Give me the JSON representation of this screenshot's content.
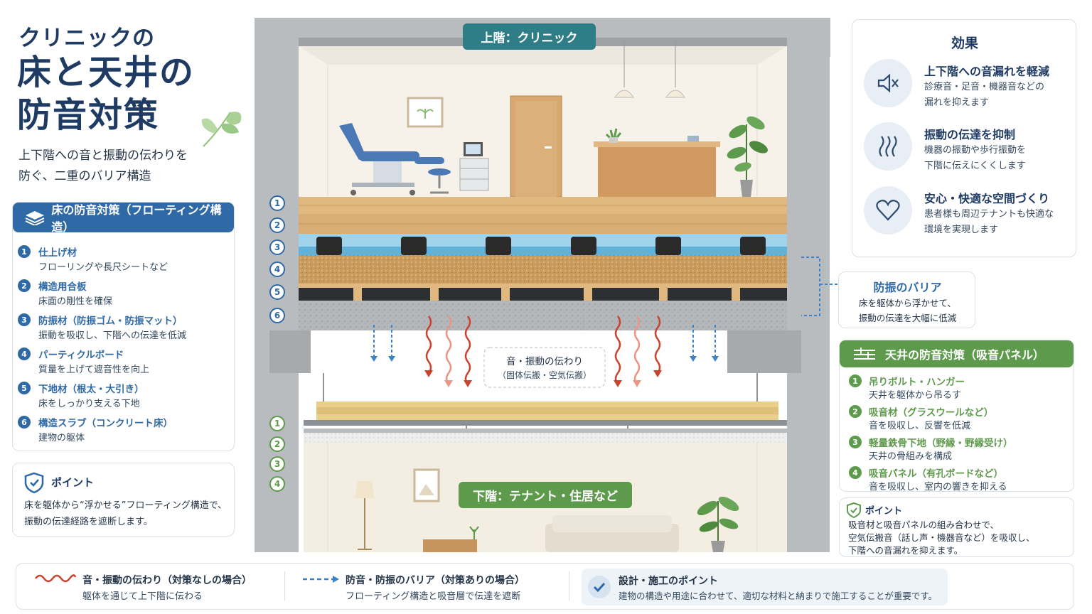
{
  "title": {
    "line1": "クリニックの",
    "line2": "床と天井の",
    "line3": "防音対策"
  },
  "subtitle": {
    "line1": "上下階への音と振動の伝わりを",
    "line2": "防ぐ、二重のバリア構造"
  },
  "floor_section": {
    "header": "床の防音対策（フローティング構造）",
    "items": [
      {
        "num": "1",
        "title": "仕上げ材",
        "desc": "フローリングや長尺シートなど"
      },
      {
        "num": "2",
        "title": "構造用合板",
        "desc": "床面の剛性を確保"
      },
      {
        "num": "3",
        "title": "防振材（防振ゴム・防振マット）",
        "desc": "振動を吸収し、下階への伝達を低減"
      },
      {
        "num": "4",
        "title": "パーティクルボード",
        "desc": "質量を上げて遮音性を向上"
      },
      {
        "num": "5",
        "title": "下地材（根太・大引き）",
        "desc": "床をしっかり支える下地"
      },
      {
        "num": "6",
        "title": "構造スラブ（コンクリート床）",
        "desc": "建物の躯体"
      }
    ]
  },
  "floor_point": {
    "label": "ポイント",
    "line1": "床を躯体から“浮かせる”フローティング構造で、",
    "line2": "振動の伝達経路を遮断します。"
  },
  "diagram": {
    "upper_label": "上階：クリニック",
    "lower_label": "下階：テナント・住居など",
    "transmission_label": "音・振動の伝わり",
    "transmission_sub": "（固体伝搬・空気伝搬）",
    "floor_numbers": [
      "1",
      "2",
      "3",
      "4",
      "5",
      "6"
    ],
    "ceiling_numbers": [
      "1",
      "2",
      "3",
      "4"
    ]
  },
  "effects": {
    "title": "効果",
    "items": [
      {
        "icon": "speaker-muted-icon",
        "title": "上下階への音漏れを軽減",
        "desc1": "診療音・足音・機器音などの",
        "desc2": "漏れを抑えます"
      },
      {
        "icon": "vibration-icon",
        "title": "振動の伝達を抑制",
        "desc1": "機器の振動や歩行振動を",
        "desc2": "下階に伝えにくくします"
      },
      {
        "icon": "heart-icon",
        "title": "安心・快適な空間づくり",
        "desc1": "患者様も周辺テナントも快適な",
        "desc2": "環境を実現します"
      }
    ]
  },
  "barrier": {
    "title": "防振のバリア",
    "line1": "床を躯体から浮かせて、",
    "line2": "振動の伝達を大幅に低減"
  },
  "ceiling_section": {
    "header": "天井の防音対策（吸音パネル）",
    "items": [
      {
        "num": "1",
        "title": "吊りボルト・ハンガー",
        "desc": "天井を躯体から吊るす"
      },
      {
        "num": "2",
        "title": "吸音材（グラスウールなど）",
        "desc": "音を吸収し、反響を低減"
      },
      {
        "num": "3",
        "title": "軽量鉄骨下地（野縁・野縁受け）",
        "desc": "天井の骨組みを構成"
      },
      {
        "num": "4",
        "title": "吸音パネル（有孔ボードなど）",
        "desc": "音を吸収し、室内の響きを抑える"
      }
    ]
  },
  "ceiling_point": {
    "label": "ポイント",
    "line1": "吸音材と吸音パネルの組み合わせで、",
    "line2": "空気伝搬音（話し声・機器音など）を吸収し、",
    "line3": "下階への音漏れを抑えます。"
  },
  "legend": {
    "red": {
      "title": "音・振動の伝わり（対策なしの場合）",
      "desc": "躯体を通じて上下階に伝わる"
    },
    "blue": {
      "title": "防音・防振のバリア（対策ありの場合）",
      "desc": "フローティング構造と吸音層で伝達を遮断"
    },
    "check": {
      "title": "設計・施工のポイント",
      "desc": "建物の構造や用途に合わせて、適切な材料と納まりで施工することが重要です。"
    }
  },
  "colors": {
    "navy": "#1f3b63",
    "blue": "#2f6aa7",
    "green": "#5e9a4c",
    "red": "#c9432f",
    "teal": "#2f7d86"
  }
}
